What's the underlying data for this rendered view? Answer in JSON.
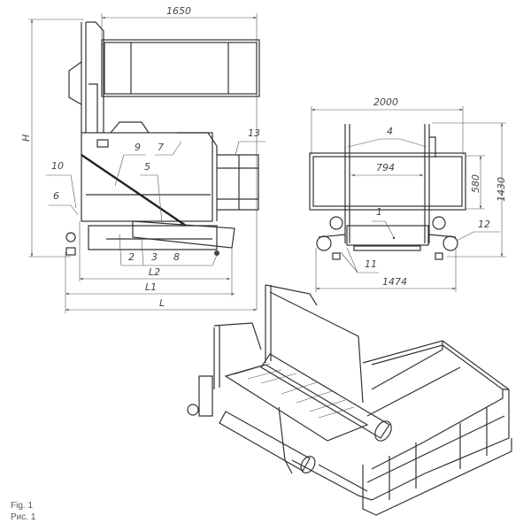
{
  "side_view": {
    "dim_top": "1650",
    "dim_height": "H",
    "dim_l2": "L2",
    "dim_l1": "L1",
    "dim_l": "L",
    "callouts": [
      "10",
      "6",
      "9",
      "7",
      "5",
      "13",
      "2",
      "3",
      "8"
    ]
  },
  "front_view": {
    "dim_width": "2000",
    "dim_inner": "794",
    "dim_rail_height": "580",
    "dim_total_height": "1430",
    "dim_base": "1474",
    "callouts": [
      "4",
      "1",
      "12",
      "11"
    ]
  },
  "caption": {
    "en": "Fig. 1",
    "ru": "Рис. 1"
  }
}
